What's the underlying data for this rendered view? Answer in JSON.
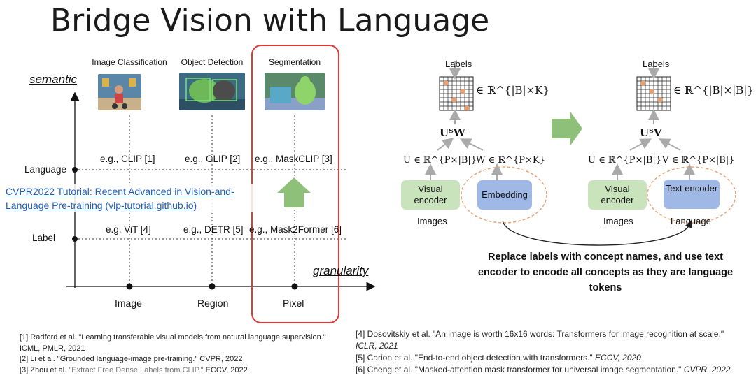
{
  "title": "Bridge Vision with Language",
  "axes": {
    "y_word": "semantic",
    "x_word": "granularity"
  },
  "y_levels": [
    {
      "label": "Language"
    },
    {
      "label": "Label"
    }
  ],
  "columns": [
    {
      "header": "Image Classification",
      "x_label": "Image",
      "language_example": "e.g., CLIP [1]",
      "label_example": "e.g, ViT [4]"
    },
    {
      "header": "Object Detection",
      "x_label": "Region",
      "language_example": "e.g., GLIP [2]",
      "label_example": "e.g., DETR [5]"
    },
    {
      "header": "Segmentation",
      "x_label": "Pixel",
      "language_example": "e.g., MaskCLIP [3]",
      "label_example": "e.g., Mask2Former [6]"
    }
  ],
  "tutorial_link": {
    "line1": "CVPR2022 Tutorial: Recent Advanced in Vision-and-",
    "line2": "Language Pre-training (vlp-tutorial.github.io)"
  },
  "colors": {
    "highlight": "#e53935",
    "arrow_green": "#8fc07a",
    "link": "#1f5fbf",
    "box_green": "#c9e4bd",
    "box_blue": "#9fb8e6",
    "dashed_ellipse": "#e8a070"
  },
  "diagram": {
    "left": {
      "labels": "Labels",
      "set": "∈ ℝ^{|B|×K}",
      "product": "UᵀW",
      "u": "U ∈ ℝ^{P×|B|}",
      "w": "W ∈ ℝ^{P×K}",
      "box1": "Visual encoder",
      "box2": "Embedding",
      "input": "Images"
    },
    "right": {
      "labels": "Labels",
      "set": "∈ ℝ^{|B|×|B|}",
      "product": "UᵀV",
      "u": "U ∈ ℝ^{P×|B|}",
      "v": "V ∈ ℝ^{P×|B|}",
      "box1": "Visual encoder",
      "box2": "Text encoder",
      "input1": "Images",
      "input2": "Language"
    },
    "caption": "Replace labels with concept names, and use text encoder to encode all concepts as they are language tokens"
  },
  "references_left": [
    {
      "text": "[1] Radford et al. \"Learning transferable visual models from natural language supervision.\" ICML, PMLR, 2021"
    },
    {
      "text": "[2] Li et al. \"Grounded language-image pre-training.\" CVPR, 2022"
    },
    {
      "pre": "[3] Zhou et al. ",
      "gray": "\"Extract Free Dense Labels from CLIP.\"",
      "post": " ECCV, 2022"
    }
  ],
  "references_right": [
    {
      "main": "[4] Dosovitskiy et al. \"An image is worth 16x16 words: Transformers for image recognition at scale.\" ",
      "ital": "ICLR, 2021"
    },
    {
      "main": "[5] Carion et al. \"End-to-end object detection with transformers.\" ",
      "ital": "ECCV, 2020"
    },
    {
      "main": "[6] Cheng et al. \"Masked-attention mask transformer for universal image segmentation.\" ",
      "ital": "CVPR. 2022"
    }
  ]
}
